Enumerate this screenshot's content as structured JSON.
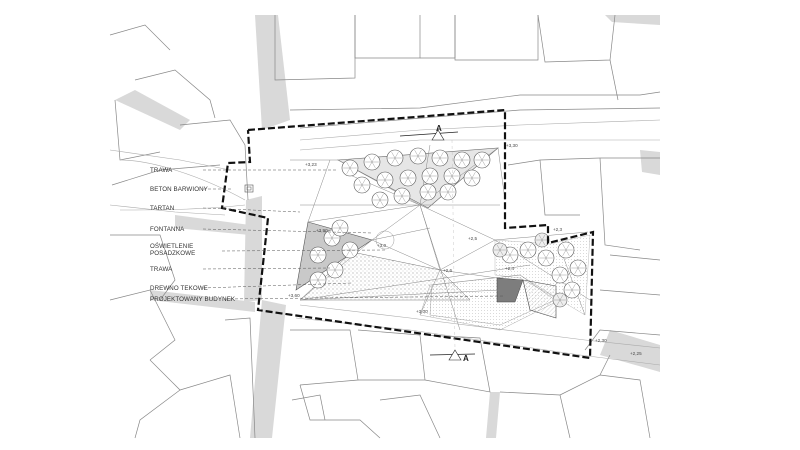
{
  "plan": {
    "legend": [
      {
        "id": "trawa",
        "label": "TRAWA"
      },
      {
        "id": "beton",
        "label": "BETON BARWIONY"
      },
      {
        "id": "tartan",
        "label": "TARTAN"
      },
      {
        "id": "fontanna",
        "label": "FONTANNA"
      },
      {
        "id": "oswietlenie",
        "label_line1": "OŚWIETLENIE",
        "label_line2": "POSADZKOWE"
      },
      {
        "id": "trawa2",
        "label": "TRAWA"
      },
      {
        "id": "drewno",
        "label": "DREWNO TEKOWE"
      },
      {
        "id": "budynek",
        "label": "PROJEKTOWANY BUDYNEK"
      }
    ],
    "section_marks": {
      "top": "A",
      "bottom": "A"
    },
    "levels": {
      "l1": "+3,23",
      "l2": "+3,30",
      "l3": "+3,90",
      "l4": "+3,0",
      "l5": "+2,6",
      "l6": "+3,60",
      "l7": "+3,00",
      "l8": "+2,4",
      "l9": "+2,3",
      "l10": "+2,30",
      "l11": "+2,25",
      "l12": "+2,5"
    }
  }
}
